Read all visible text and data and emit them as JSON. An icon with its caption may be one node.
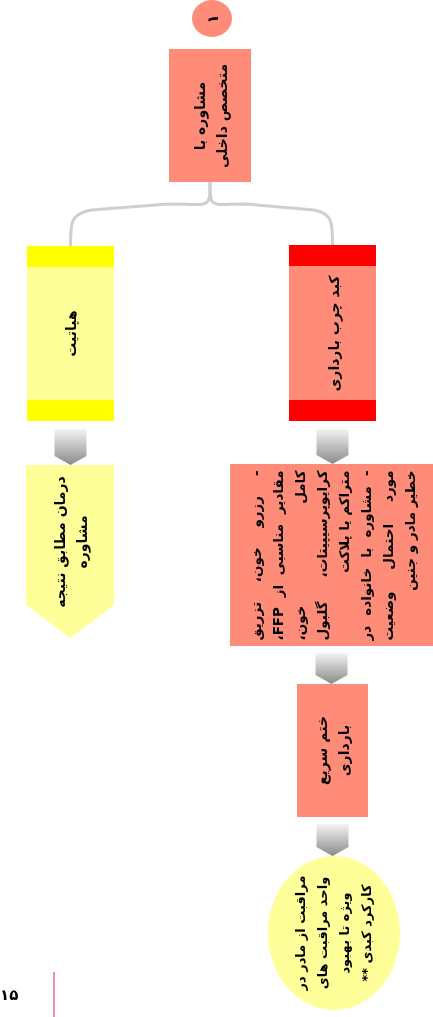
{
  "diagram": {
    "nodes": [
      {
        "text": [
          "۱"
        ]
      },
      {
        "text": [
          "مشاوره با متخصص داخلی"
        ]
      },
      {
        "text": [
          "کبد چرب بارداری"
        ]
      },
      {
        "text": [
          "هپاتیت"
        ]
      },
      {
        "text": [
          "- رزرو خون، تزریق مقادیر مناسبی از FFP، کامل خون، کرایوپرسیپیتات، گلبول متراکم یا پلاکت",
          "- مشاوره با خانواده در مورد احتمال وضعیت خطیر مادر و جنین"
        ]
      },
      {
        "text": [
          "درمان مطابق نتیجه مشاوره"
        ]
      },
      {
        "text": [
          "ختم سریع بارداری"
        ]
      },
      {
        "text": [
          "مراقبت از مادر در واحد مراقبت های ویژه تا بهبود کارکرد کبدی **"
        ]
      }
    ],
    "edges": [
      {
        "from": 1,
        "to": 2,
        "arrow": "none"
      },
      {
        "from": 1,
        "to": 3,
        "arrow": "none"
      },
      {
        "from": 2,
        "to": 4,
        "arrow": "to"
      },
      {
        "from": 3,
        "to": 5,
        "arrow": "to"
      },
      {
        "from": 4,
        "to": 6,
        "arrow": "to"
      },
      {
        "from": 6,
        "to": 7,
        "arrow": "to"
      }
    ],
    "labels": [
      "۱۵"
    ]
  }
}
